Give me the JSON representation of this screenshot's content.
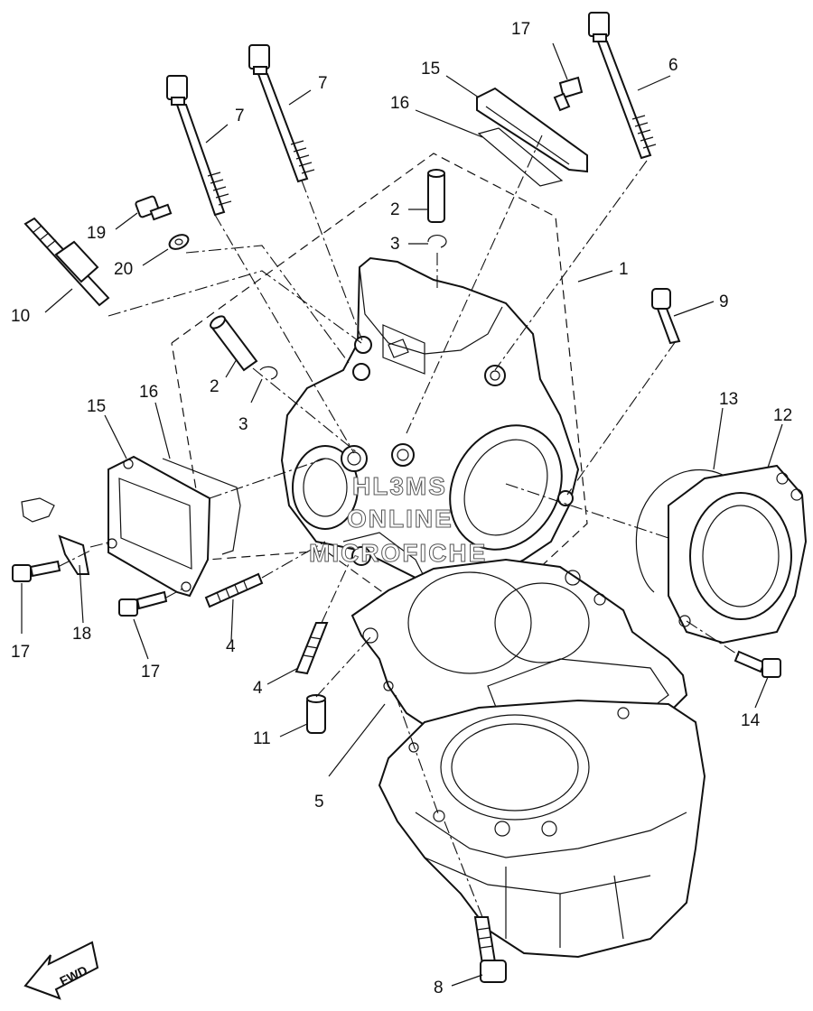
{
  "diagram": {
    "labels": [
      "1",
      "2",
      "2",
      "3",
      "3",
      "4",
      "4",
      "5",
      "6",
      "7",
      "7",
      "8",
      "9",
      "10",
      "11",
      "12",
      "13",
      "14",
      "15",
      "15",
      "16",
      "16",
      "17",
      "17",
      "17",
      "18",
      "19",
      "20"
    ],
    "watermark": [
      "HL3MS",
      "ONLINE",
      "MICROFICHE"
    ],
    "fwd_label": "FWD"
  },
  "colors": {
    "line": "#111111",
    "background": "#ffffff"
  }
}
